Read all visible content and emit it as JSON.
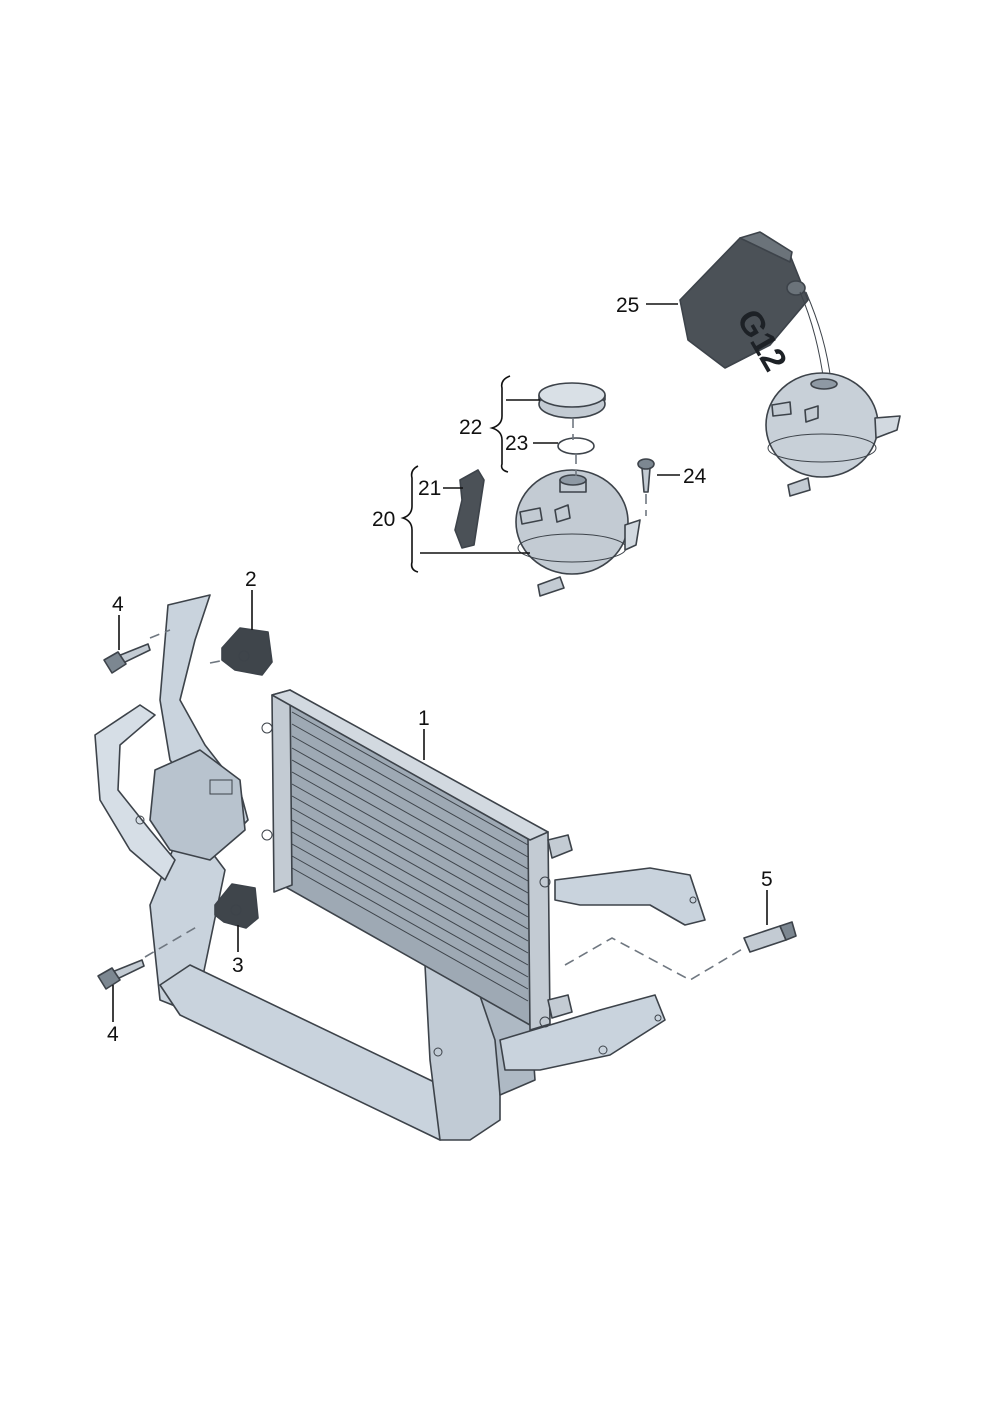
{
  "figure": {
    "labels": {
      "l1": "1",
      "l2": "2",
      "l3": "3",
      "l4_top": "4",
      "l4_bottom": "4",
      "l5": "5",
      "l20": "20",
      "l21": "21",
      "l22": "22",
      "l23": "23",
      "l24": "24",
      "l25": "25"
    },
    "canister_marking": "G12"
  },
  "colors": {
    "frame": "#c9d3dd",
    "frame_shadow": "#9aa6b2",
    "radiator": "#9ea9b4",
    "radiator_fin": "#6f7a85",
    "tank": "#c3cbd3",
    "dark_part": "#3f454b",
    "canister": "#4b5157",
    "line": "#111111"
  }
}
